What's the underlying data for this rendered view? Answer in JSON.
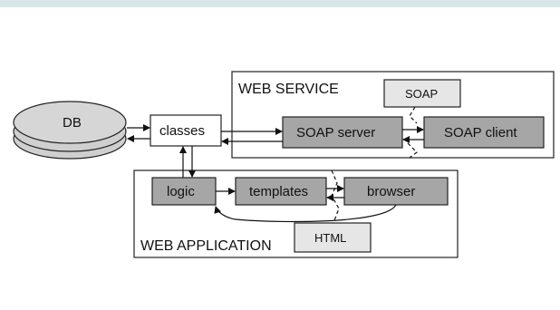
{
  "diagram": {
    "groups": {
      "web_service": "WEB SERVICE",
      "web_application": "WEB APPLICATION"
    },
    "nodes": {
      "db": "DB",
      "classes": "classes",
      "soap": "SOAP",
      "soap_server": "SOAP server",
      "soap_client": "SOAP client",
      "logic": "logic",
      "templates": "templates",
      "browser": "browser",
      "html": "HTML"
    },
    "colors": {
      "dark_box": "#a6a6a6",
      "light_box": "#e6e6e6",
      "white_box": "#ffffff",
      "db_fill": "#cfcfcf",
      "stroke": "#222222",
      "header_band": "#d8e6e7"
    }
  }
}
